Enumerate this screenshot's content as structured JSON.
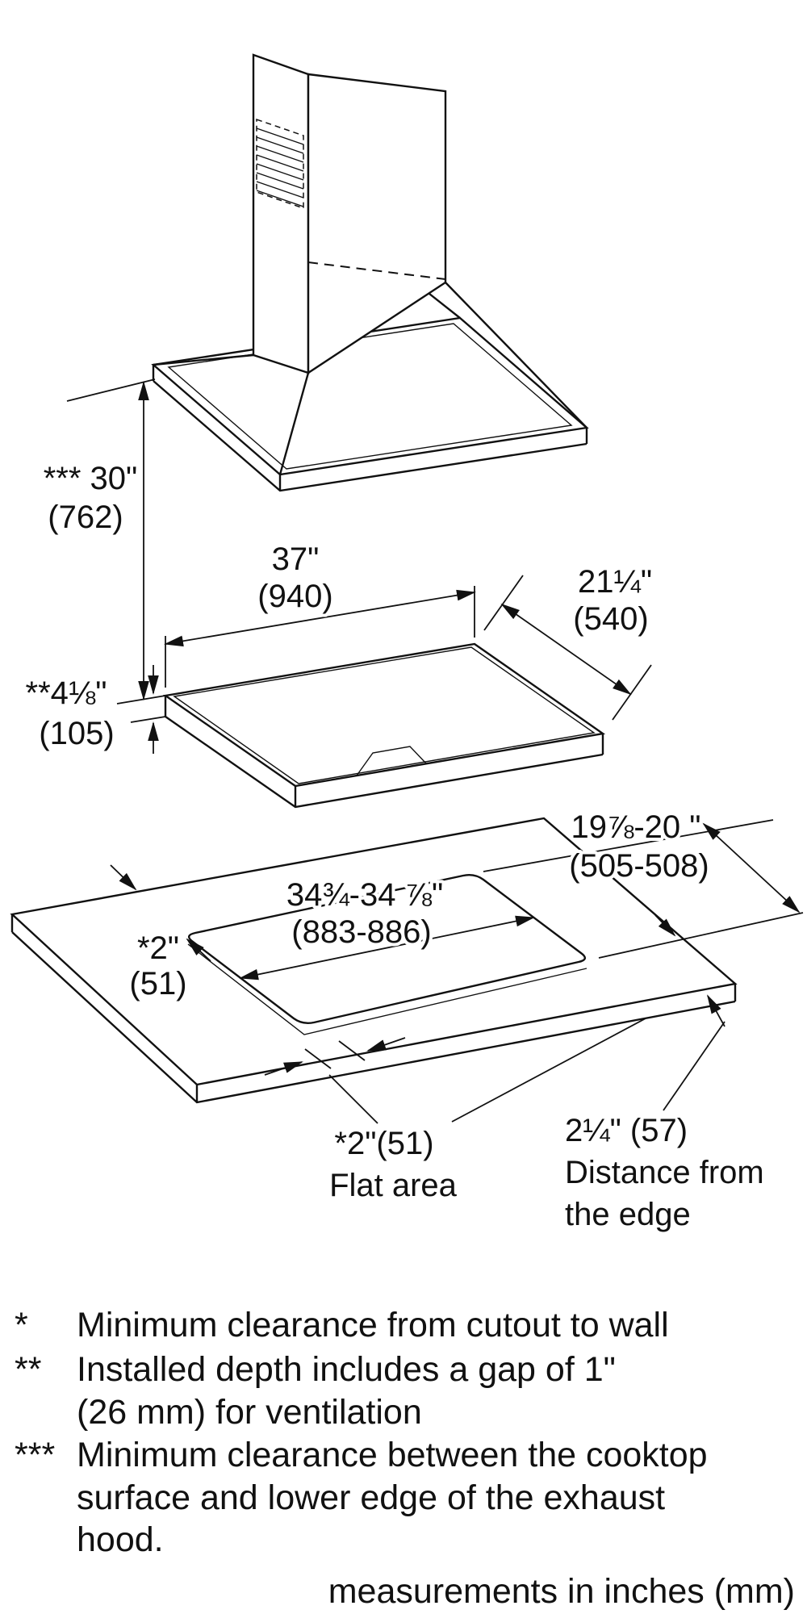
{
  "dims": {
    "height_30": {
      "in": "*** 30\"",
      "mm": "(762)"
    },
    "width_37": {
      "in": "37\"",
      "mm": "(940)"
    },
    "depth_21": {
      "in": "21¼\"",
      "mm": "(540)"
    },
    "thickness_4": {
      "in": "**4⅛\"",
      "mm": "(105)"
    },
    "cutout_width": {
      "in": "34¾-34 ⅞\"",
      "mm": "(883-886)"
    },
    "cutout_depth": {
      "in": "19⅞-20 \"",
      "mm": "(505-508)"
    },
    "clearance_2": {
      "in": "*2\"",
      "mm": "(51)"
    },
    "flat_area": {
      "in": "*2\"(51)",
      "label": "Flat area"
    },
    "edge_distance": {
      "in": "2¼\" (57)",
      "line1": "Distance from",
      "line2": "the edge"
    }
  },
  "footnotes": {
    "fn1": {
      "marker": "*",
      "line1": "Minimum clearance from cutout to wall"
    },
    "fn2": {
      "marker": "**",
      "line1": "Installed depth includes a gap of 1\"",
      "line2": "(26 mm) for ventilation"
    },
    "fn3": {
      "marker": "***",
      "line1": "Minimum clearance between the cooktop",
      "line2": "surface and lower edge of the exhaust",
      "line3": "hood."
    }
  },
  "units_note": "measurements in inches (mm)"
}
